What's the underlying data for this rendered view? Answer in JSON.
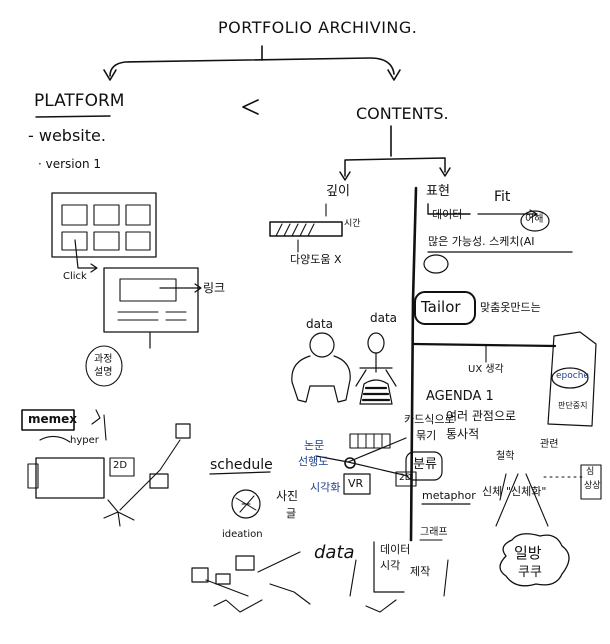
{
  "title": "PORTFOLIO ARCHIVING.",
  "left": {
    "heading": "PLATFORM",
    "website": "- website.",
    "version": "· version 1",
    "click": "Click",
    "link": "링크",
    "process_line1": "과정",
    "process_line2": "설명",
    "memex": "memex",
    "hyper": "hyper",
    "two_d": "2D"
  },
  "right": {
    "heading": "CONTENTS.",
    "depth": {
      "label": "깊이",
      "bar_label": "시간",
      "sub": "다양도움 X"
    },
    "expression": {
      "label": "표현",
      "data": "데이터",
      "fit": "Fit",
      "understand": "이해",
      "line": "많은 가능성. 스케치(AI",
      "tailor": "Tailor",
      "tailor_note": "맞춤옷만드는"
    },
    "data_left": "data",
    "data_right": "data",
    "ux": "UX 생각",
    "agenda": {
      "title": "AGENDA 1",
      "line1": "여러 관점으로",
      "line2": "통사적",
      "philosophy": "철학",
      "relation": "관련",
      "body": "신체",
      "body_quote": "\"신체화\"",
      "epoche": "epoche",
      "epoche_sub": "판단중지",
      "right_note1": "심",
      "right_note2": "상상"
    },
    "research": {
      "paper": "논문",
      "reference": "선행도",
      "visual": "시각화",
      "group_label": "카드식으로",
      "group_label2": "묶기",
      "classify": "분류"
    },
    "schedule": "schedule",
    "photo": "사진",
    "text_writing": "글",
    "vr": "VR",
    "two_d": "2D",
    "metaphor": "metaphor",
    "ideation": "ideation",
    "data_script": "data",
    "graphic": "그래프",
    "data_box_line1": "데이터",
    "data_box_line2": "시각",
    "analysis": "제작",
    "cloud_line1": "일방",
    "cloud_line2": "쿠쿠"
  }
}
